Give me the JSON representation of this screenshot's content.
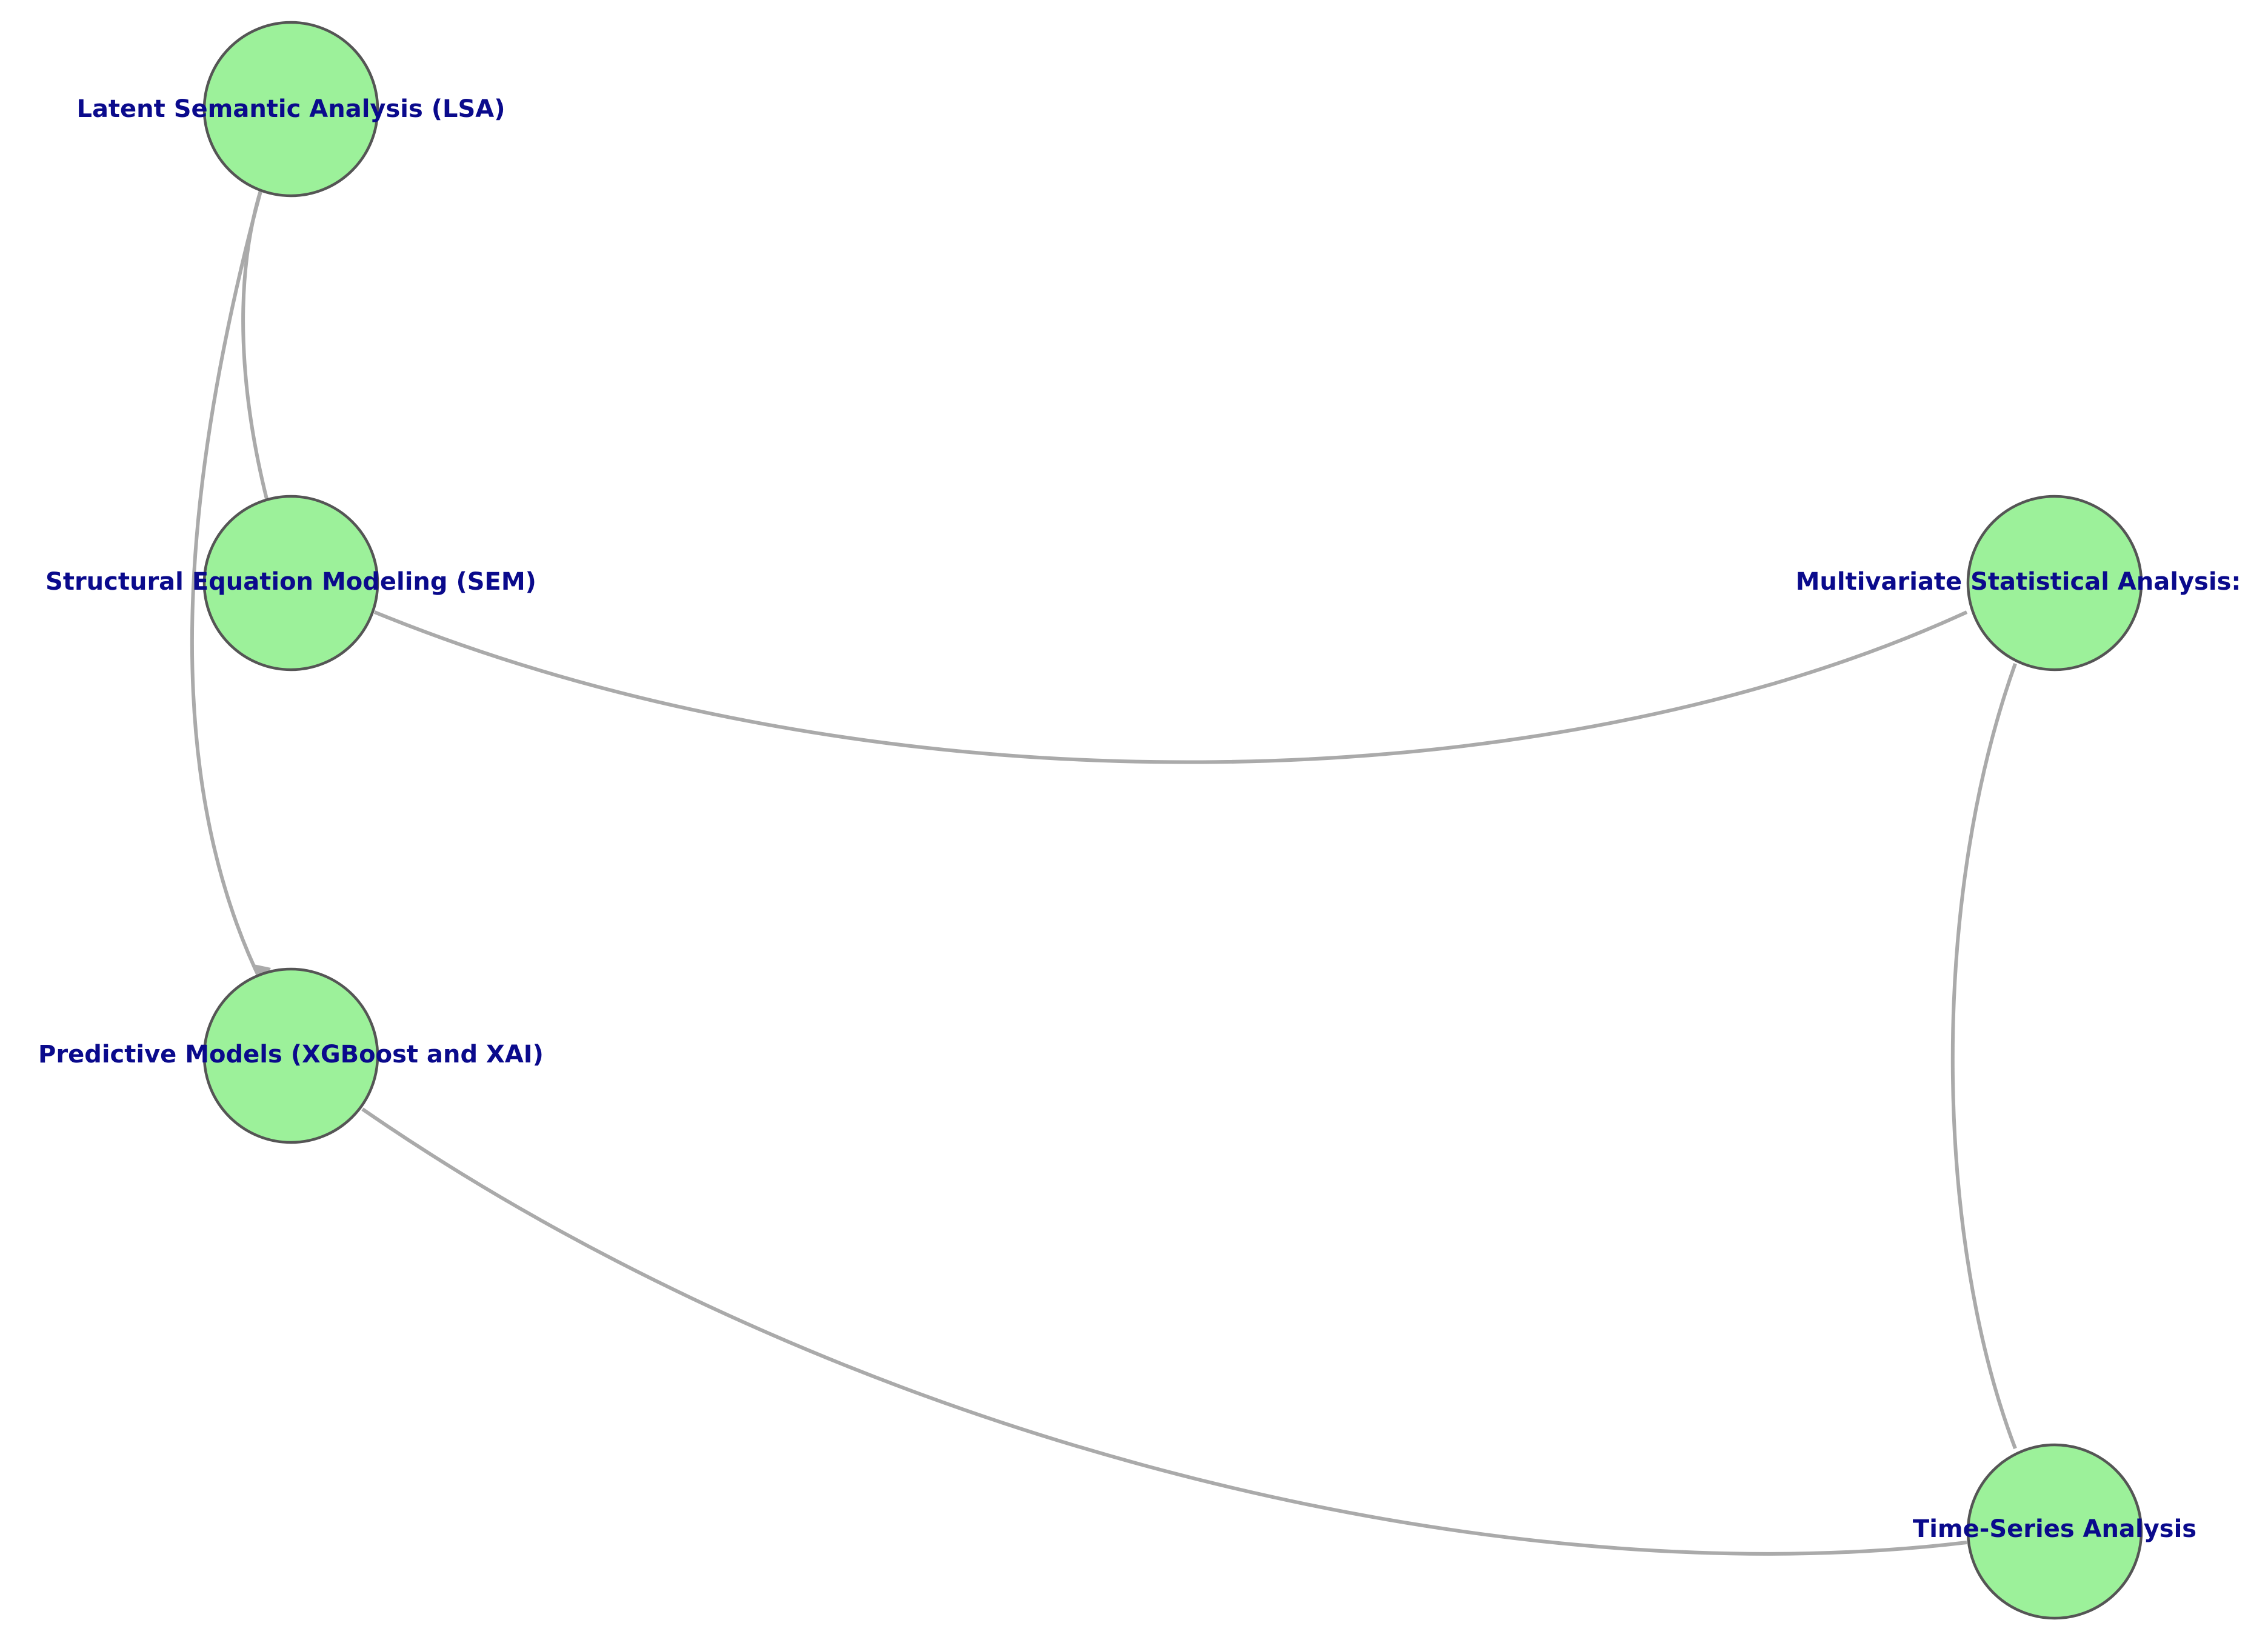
{
  "diagram": {
    "nodes": [
      {
        "id": "lsa",
        "label": "Latent Semantic Analysis (LSA)"
      },
      {
        "id": "sem",
        "label": "Structural Equation Modeling (SEM)"
      },
      {
        "id": "msa",
        "label": "Multivariate Statistical Analysis:"
      },
      {
        "id": "pm",
        "label": "Predictive Models (XGBoost and XAI)"
      },
      {
        "id": "tsa",
        "label": "Time-Series Analysis"
      }
    ],
    "edges": [
      {
        "from": "lsa",
        "to": "sem"
      },
      {
        "from": "lsa",
        "to": "pm"
      },
      {
        "from": "sem",
        "to": "msa"
      },
      {
        "from": "msa",
        "to": "tsa"
      },
      {
        "from": "pm",
        "to": "tsa"
      }
    ],
    "colors": {
      "node_fill": "#9cf19a",
      "node_stroke": "#555555",
      "edge": "#aaaaaa",
      "label": "#0a0a8c"
    }
  }
}
